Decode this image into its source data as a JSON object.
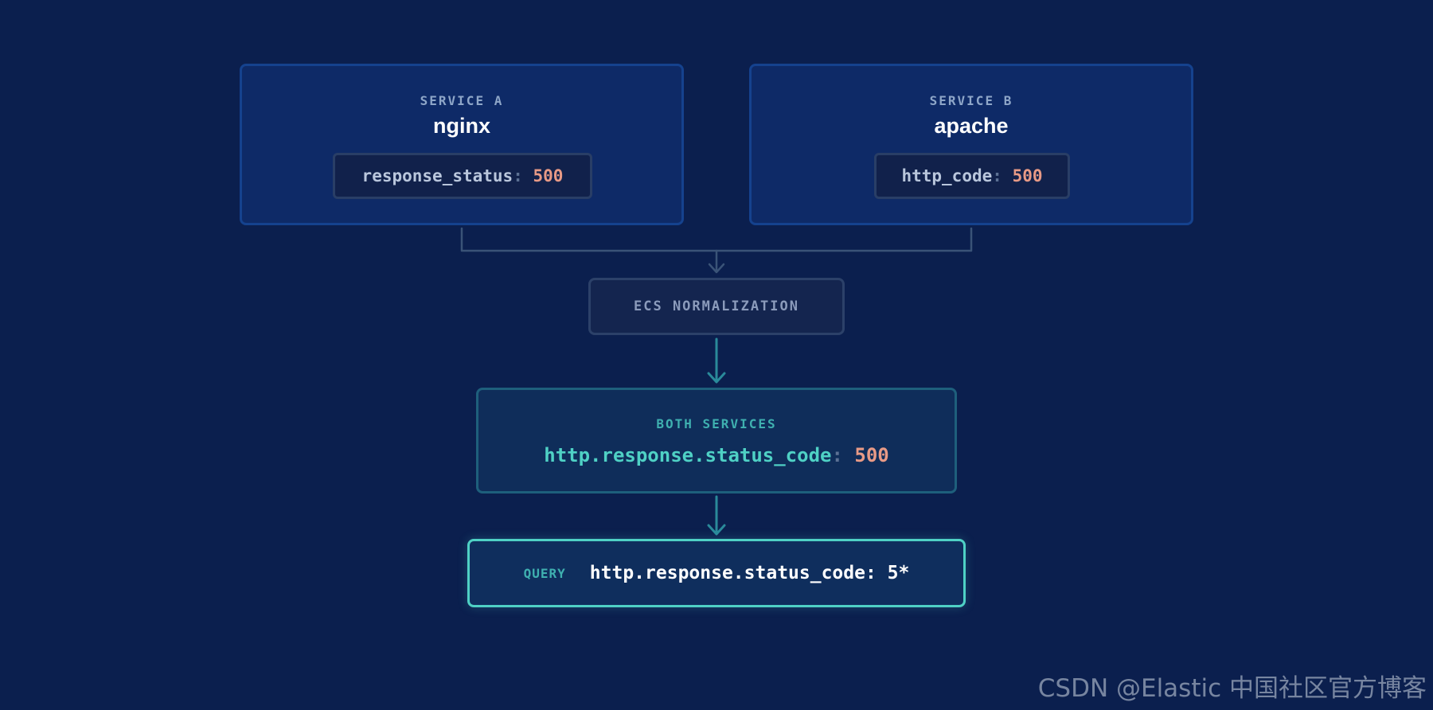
{
  "services": [
    {
      "eyebrow": "SERVICE A",
      "name": "nginx",
      "field": "response_status",
      "value": "500"
    },
    {
      "eyebrow": "SERVICE B",
      "name": "apache",
      "field": "http_code",
      "value": "500"
    }
  ],
  "normalization": {
    "label": "ECS NORMALIZATION"
  },
  "unified": {
    "eyebrow": "BOTH SERVICES",
    "field": "http.response.status_code",
    "value": "500"
  },
  "query": {
    "label": "QUERY",
    "text": "http.response.status_code: 5*"
  },
  "colon": ":",
  "watermark": "CSDN @Elastic 中国社区官方博客",
  "colors": {
    "background": "#0b1f4e",
    "service_box": "#0e2a67",
    "accent_teal": "#4fd1c5",
    "value_salmon": "#e89a86",
    "connector": "#3a5377",
    "connector_teal": "#2a8a9a"
  }
}
